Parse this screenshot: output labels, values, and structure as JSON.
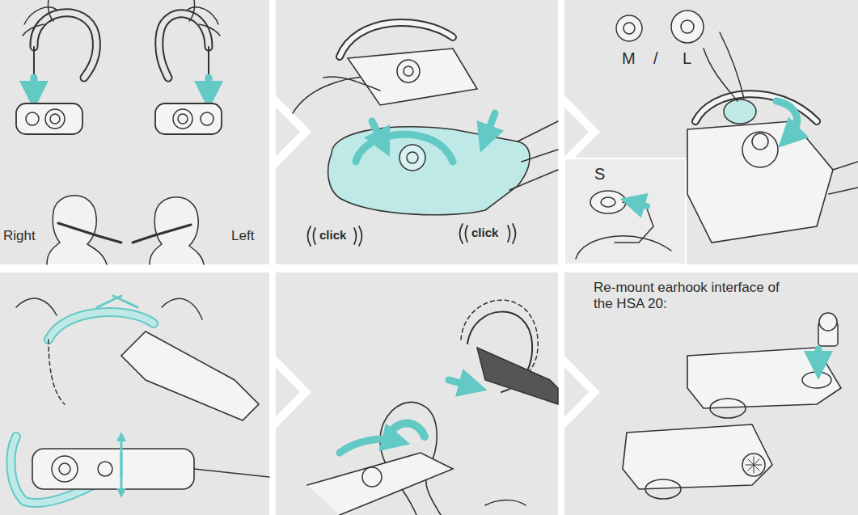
{
  "diagram": {
    "labels": [
      "Right",
      "Left",
      "click",
      "click",
      "M",
      "/",
      "L",
      "S",
      "Re-mount earhook interface of the HSA 20:"
    ]
  }
}
